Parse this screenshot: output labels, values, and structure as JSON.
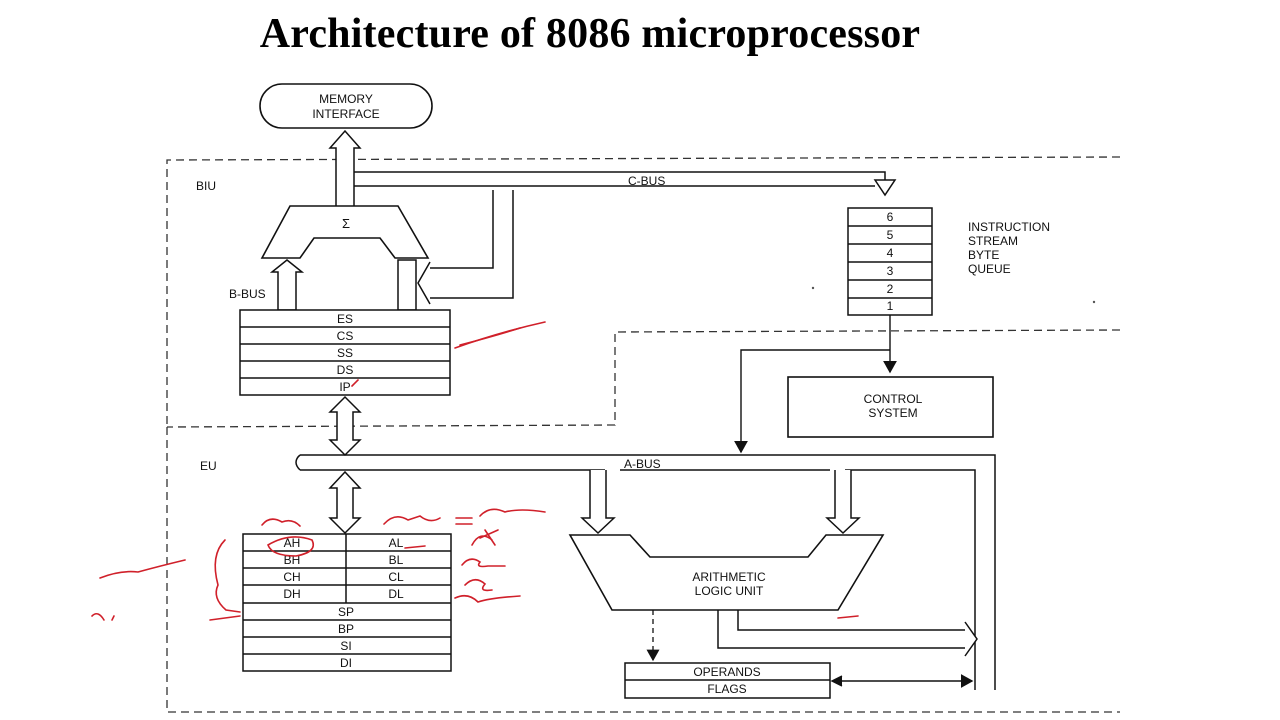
{
  "title": "Architecture of 8086 microprocessor",
  "memory_interface": [
    "MEMORY",
    "INTERFACE"
  ],
  "adder_symbol": "Σ",
  "units": {
    "biu": "BIU",
    "eu": "EU"
  },
  "buses": {
    "c_bus": "C-BUS",
    "b_bus": "B-BUS",
    "a_bus": "A-BUS"
  },
  "segment_registers": [
    "ES",
    "CS",
    "SS",
    "DS",
    "IP"
  ],
  "queue": {
    "slots": [
      "6",
      "5",
      "4",
      "3",
      "2",
      "1"
    ],
    "label": [
      "INSTRUCTION",
      "STREAM",
      "BYTE",
      "QUEUE"
    ]
  },
  "control_system": [
    "CONTROL",
    "SYSTEM"
  ],
  "general_registers": {
    "pairs": [
      [
        "AH",
        "AL"
      ],
      [
        "BH",
        "BL"
      ],
      [
        "CH",
        "CL"
      ],
      [
        "DH",
        "DL"
      ]
    ],
    "pointers": [
      "SP",
      "BP",
      "SI",
      "DI"
    ]
  },
  "alu": [
    "ARITHMETIC",
    "LOGIC UNIT"
  ],
  "operands": "OPERANDS",
  "flags": "FLAGS"
}
